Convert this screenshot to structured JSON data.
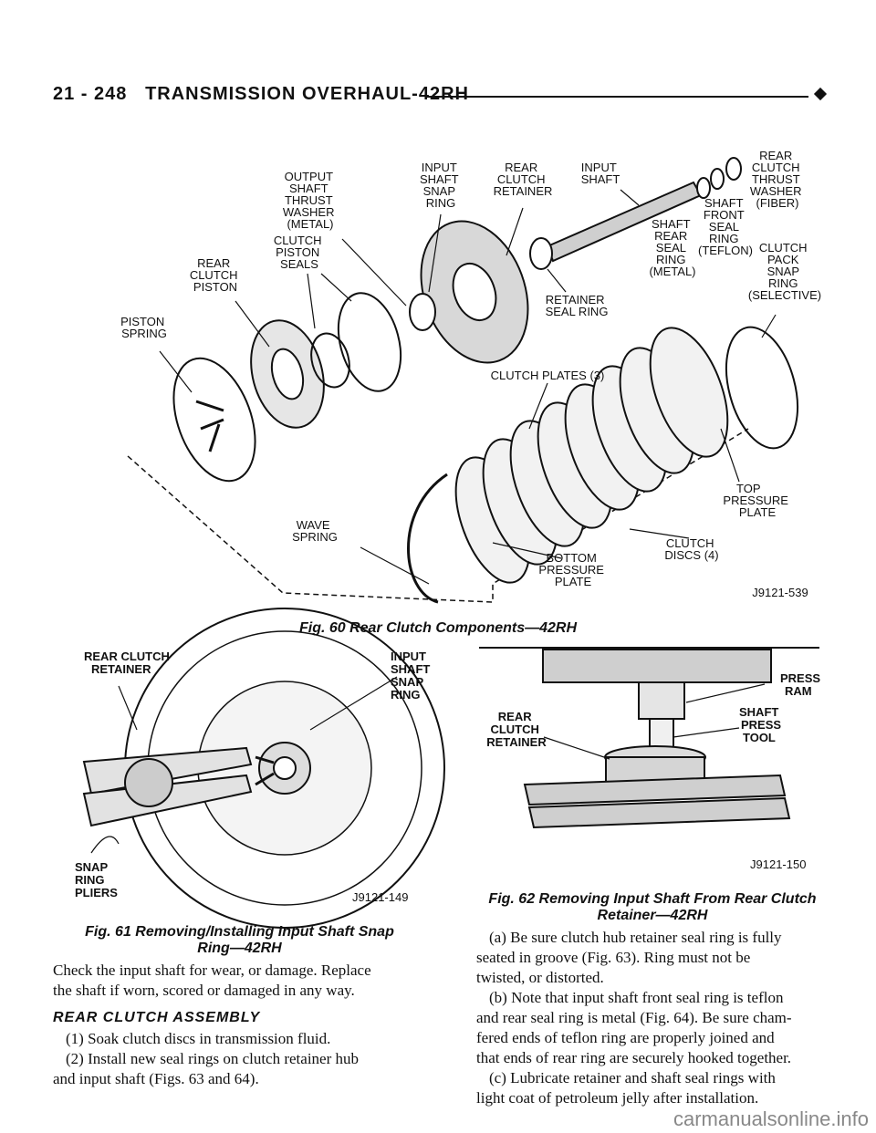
{
  "header": {
    "page_number": "21 - 248",
    "title": "TRANSMISSION OVERHAUL-42RH"
  },
  "fig60": {
    "labels": {
      "output_shaft_thrust_washer": [
        "OUTPUT",
        "SHAFT",
        "THRUST",
        "WASHER",
        "(METAL)"
      ],
      "input_shaft_snap_ring": [
        "INPUT",
        "SHAFT",
        "SNAP",
        "RING"
      ],
      "rear_clutch_retainer": [
        "REAR",
        "CLUTCH",
        "RETAINER"
      ],
      "input_shaft": [
        "INPUT",
        "SHAFT"
      ],
      "rear_clutch_thrust_washer": [
        "REAR",
        "CLUTCH",
        "THRUST",
        "WASHER",
        "(FIBER)"
      ],
      "shaft_front_seal_ring": [
        "SHAFT",
        "FRONT",
        "SEAL",
        "RING",
        "(TEFLON)"
      ],
      "shaft_rear_seal_ring": [
        "SHAFT",
        "REAR",
        "SEAL",
        "RING",
        "(METAL)"
      ],
      "clutch_pack_snap_ring": [
        "CLUTCH",
        "PACK",
        "SNAP",
        "RING",
        "(SELECTIVE)"
      ],
      "clutch_piston_seals": [
        "CLUTCH",
        "PISTON",
        "SEALS"
      ],
      "rear_clutch_piston": [
        "REAR",
        "CLUTCH",
        "PISTON"
      ],
      "piston_spring": [
        "PISTON",
        "SPRING"
      ],
      "retainer_seal_ring": [
        "RETAINER",
        "SEAL RING"
      ],
      "clutch_plates": [
        "CLUTCH PLATES (3)"
      ],
      "top_pressure_plate": [
        "TOP",
        "PRESSURE",
        "PLATE"
      ],
      "wave_spring": [
        "WAVE",
        "SPRING"
      ],
      "bottom_pressure_plate": [
        "BOTTOM",
        "PRESSURE",
        "PLATE"
      ],
      "clutch_discs": [
        "CLUTCH",
        "DISCS (4)"
      ],
      "figure_id": [
        "J9121-539"
      ]
    },
    "caption": "Fig. 60 Rear Clutch Components—42RH"
  },
  "fig61": {
    "labels": {
      "rear_clutch_retainer": [
        "REAR CLUTCH",
        "RETAINER"
      ],
      "input_shaft_snap_ring": [
        "INPUT",
        "SHAFT",
        "SNAP",
        "RING"
      ],
      "snap_ring_pliers": [
        "SNAP",
        "RING",
        "PLIERS"
      ],
      "figure_id": [
        "J9121-149"
      ]
    },
    "caption_line1": "Fig. 61 Removing/Installing Input Shaft Snap",
    "caption_line2": "Ring—42RH"
  },
  "fig62": {
    "labels": {
      "press_ram": [
        "PRESS",
        "RAM"
      ],
      "shaft_press_tool": [
        "SHAFT",
        "PRESS",
        "TOOL"
      ],
      "rear_clutch_retainer": [
        "REAR",
        "CLUTCH",
        "RETAINER"
      ],
      "figure_id": [
        "J9121-150"
      ]
    },
    "caption_line1": "Fig. 62 Removing Input Shaft From Rear Clutch",
    "caption_line2": "Retainer—42RH"
  },
  "left_text": {
    "para1_line1": "Check the input shaft for wear, or damage. Replace",
    "para1_line2": "the shaft if worn, scored or damaged in any way.",
    "section_heading": "REAR CLUTCH ASSEMBLY",
    "step1": "(1) Soak clutch discs in transmission fluid.",
    "step2_line1": "(2) Install new seal rings on clutch retainer hub",
    "step2_line2": "and input shaft (Figs. 63 and 64)."
  },
  "right_text": {
    "lines": [
      "(a) Be sure clutch hub retainer seal ring is fully",
      "seated in groove (Fig. 63). Ring must not be",
      "twisted, or distorted.",
      "(b) Note that input shaft front seal ring is teflon",
      "and rear seal ring is metal (Fig. 64). Be sure cham-",
      "fered ends of teflon ring are properly joined and",
      "that ends of rear ring are securely hooked together.",
      "(c) Lubricate retainer and shaft seal rings with",
      "light coat of petroleum jelly after installation."
    ]
  },
  "footer": {
    "watermark": "carmanualsonline.info"
  }
}
